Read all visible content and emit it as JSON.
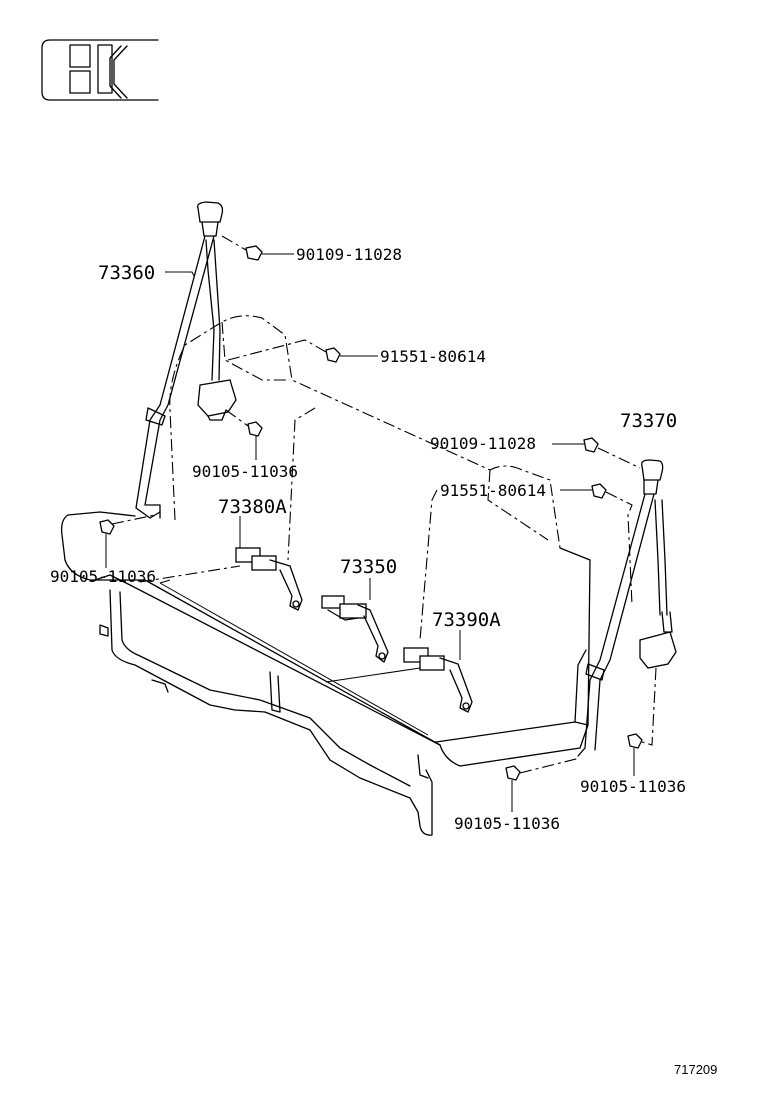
{
  "figure_id": "717209",
  "callouts": [
    {
      "id": "c-73360",
      "text": "73360"
    },
    {
      "id": "c-90109-a",
      "text": "90109-11028"
    },
    {
      "id": "c-91551-a",
      "text": "91551-80614"
    },
    {
      "id": "c-90105-a",
      "text": "90105-11036"
    },
    {
      "id": "c-73380A",
      "text": "73380A"
    },
    {
      "id": "c-90105-b",
      "text": "90105-11036"
    },
    {
      "id": "c-73350",
      "text": "73350"
    },
    {
      "id": "c-73390A",
      "text": "73390A"
    },
    {
      "id": "c-73370",
      "text": "73370"
    },
    {
      "id": "c-90109-b",
      "text": "90109-11028"
    },
    {
      "id": "c-91551-b",
      "text": "91551-80614"
    },
    {
      "id": "c-90105-c",
      "text": "90105-11036"
    },
    {
      "id": "c-90105-d",
      "text": "90105-11036"
    }
  ]
}
